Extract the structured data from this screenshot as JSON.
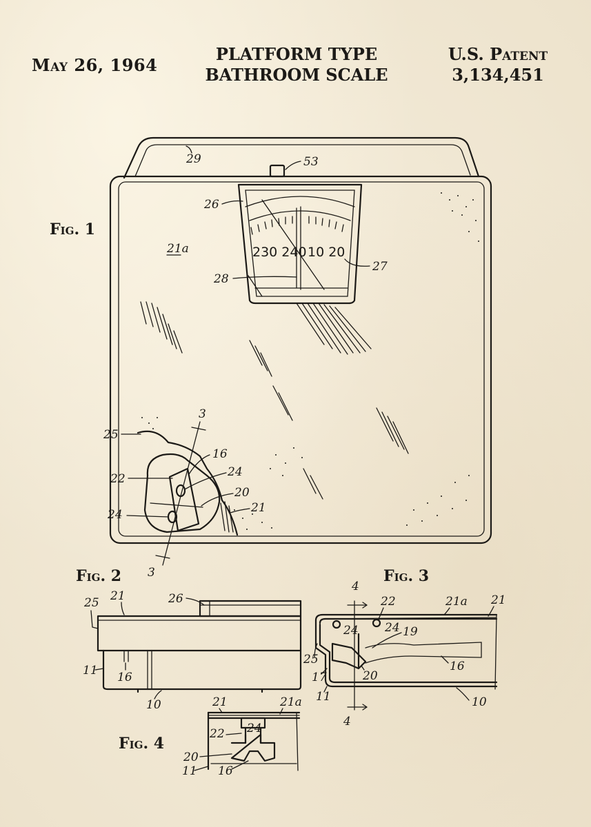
{
  "header": {
    "date": "May 26, 1964",
    "title_line1": "PLATFORM TYPE",
    "title_line2": "BATHROOM SCALE",
    "patent_label": "U.S. Patent",
    "patent_number": "3,134,451"
  },
  "figures": {
    "fig1": "Fig. 1",
    "fig2": "Fig. 2",
    "fig3": "Fig. 3",
    "fig4": "Fig. 4"
  },
  "dial": {
    "left_numbers": "230 240",
    "right_numbers": "10 20"
  },
  "refs": {
    "r29": "29",
    "r53": "53",
    "r26": "26",
    "r21a": "21a",
    "r27": "27",
    "r28": "28",
    "r3": "3",
    "r25": "25",
    "r16": "16",
    "r22": "22",
    "r24": "24",
    "r20": "20",
    "r21": "21",
    "r11": "11",
    "r10": "10",
    "r4": "4",
    "r19": "19",
    "r17": "17"
  },
  "colors": {
    "paper": "#f1e8d4",
    "ink": "#1c1a17"
  }
}
